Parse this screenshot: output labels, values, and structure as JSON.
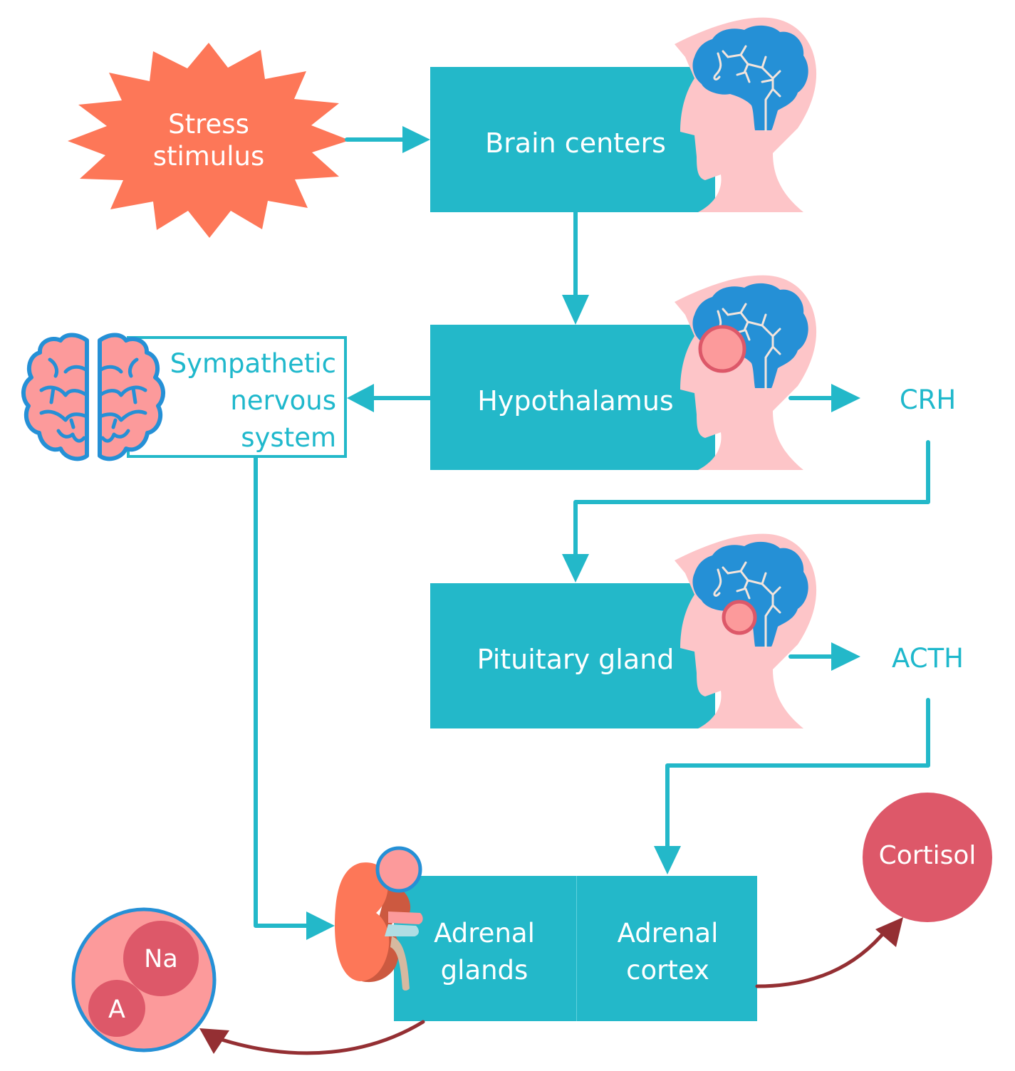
{
  "title": "Stress response diagram",
  "colors": {
    "box_fill": "#23b8c9",
    "connector": "#23b8c9",
    "label_cyan": "#1fbfd0",
    "burst": "#fd7758",
    "head_skin": "#fdc5c8",
    "brain_blue": "#2590d6",
    "gland_fill": "#fc9a9b",
    "gland_ring": "#dd5869",
    "hormone_red": "#dd5869",
    "curve_arrow": "#942f33",
    "kidney": "#fd7758",
    "kidney_shade": "#cc5940"
  },
  "nodes": {
    "stress": {
      "label": "Stress\nstimulus"
    },
    "brain_centers": {
      "label": "Brain centers"
    },
    "hypothalamus": {
      "label": "Hypothalamus"
    },
    "pituitary": {
      "label": "Pituitary gland"
    },
    "sympathetic": {
      "label": "Sympathetic\nnervous\nsystem"
    },
    "crh": {
      "label": "CRH"
    },
    "acth": {
      "label": "ACTH"
    },
    "adrenal_glands": {
      "label": "Adrenal\nglands"
    },
    "adrenal_cortex": {
      "label": "Adrenal\ncortex"
    },
    "cortisol": {
      "label": "Cortisol"
    },
    "na": {
      "label": "Na"
    },
    "a": {
      "label": "A"
    }
  },
  "edges": [
    {
      "from": "stress",
      "to": "brain_centers"
    },
    {
      "from": "brain_centers",
      "to": "hypothalamus"
    },
    {
      "from": "hypothalamus",
      "to": "sympathetic"
    },
    {
      "from": "hypothalamus",
      "to": "crh"
    },
    {
      "from": "crh",
      "to": "pituitary"
    },
    {
      "from": "pituitary",
      "to": "acth"
    },
    {
      "from": "acth",
      "to": "adrenal_cortex"
    },
    {
      "from": "sympathetic",
      "to": "adrenal_glands"
    },
    {
      "from": "adrenal_cortex",
      "to": "cortisol"
    },
    {
      "from": "adrenal_glands",
      "to": "na_a"
    }
  ]
}
